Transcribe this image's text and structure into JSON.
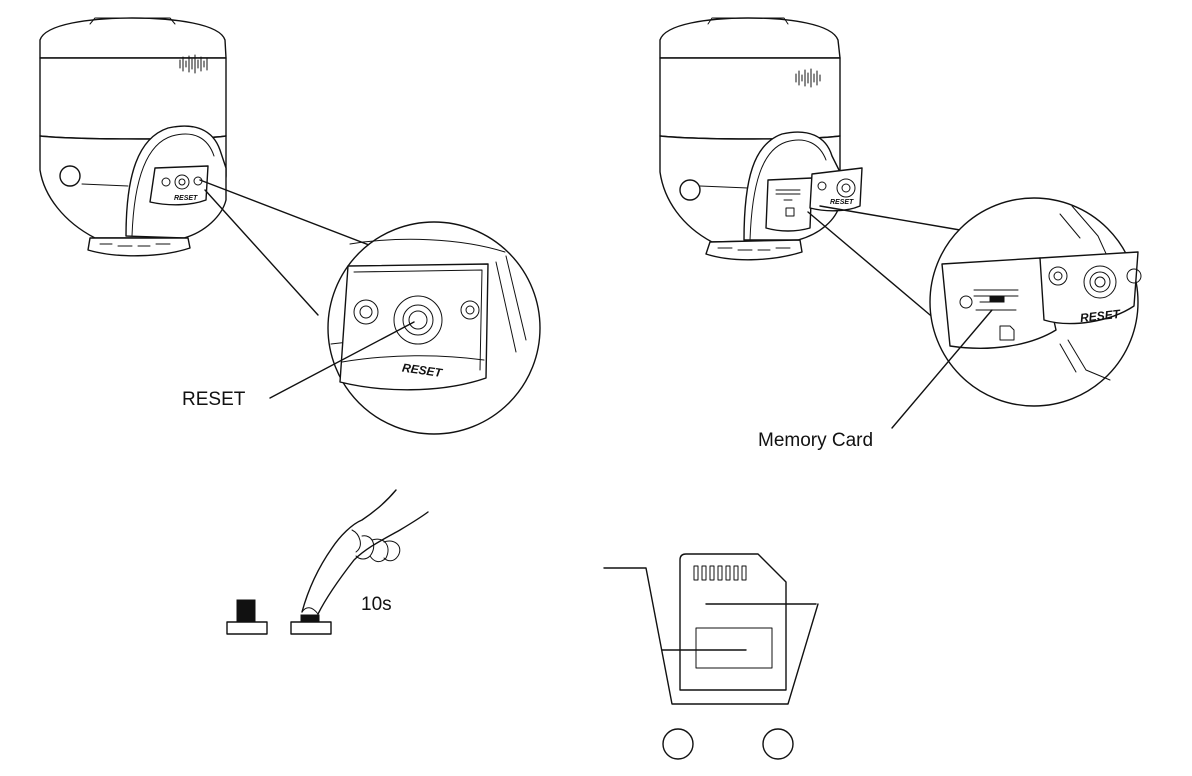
{
  "figures": {
    "reset": {
      "callout_label": "RESET",
      "button_engraving": "RESET",
      "press_time": "10s"
    },
    "memory_card": {
      "callout_label": "Memory Card",
      "button_engraving": "RESET"
    }
  }
}
